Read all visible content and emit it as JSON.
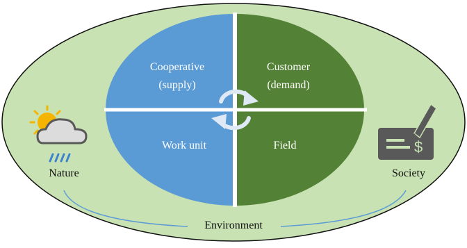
{
  "quadrants": {
    "top_left": {
      "line1": "Cooperative",
      "line2": "(supply)"
    },
    "top_right": {
      "line1": "Customer",
      "line2": "(demand)"
    },
    "bottom_left": {
      "line1": "Work unit"
    },
    "bottom_right": {
      "line1": "Field"
    }
  },
  "outer": {
    "nature_label": "Nature",
    "society_label": "Society",
    "environment_label": "Environment"
  },
  "icons": {
    "nature": "weather-icon",
    "society": "check-signing-icon",
    "center": "cycle-arrows-icon"
  },
  "colors": {
    "outer_fill": "#c8e2b3",
    "supply_blue": "#5b9bd5",
    "demand_green": "#538135",
    "divider": "#ffffff",
    "icon_gray": "#595959",
    "sun": "#f4b400",
    "rain": "#3c82d0"
  }
}
